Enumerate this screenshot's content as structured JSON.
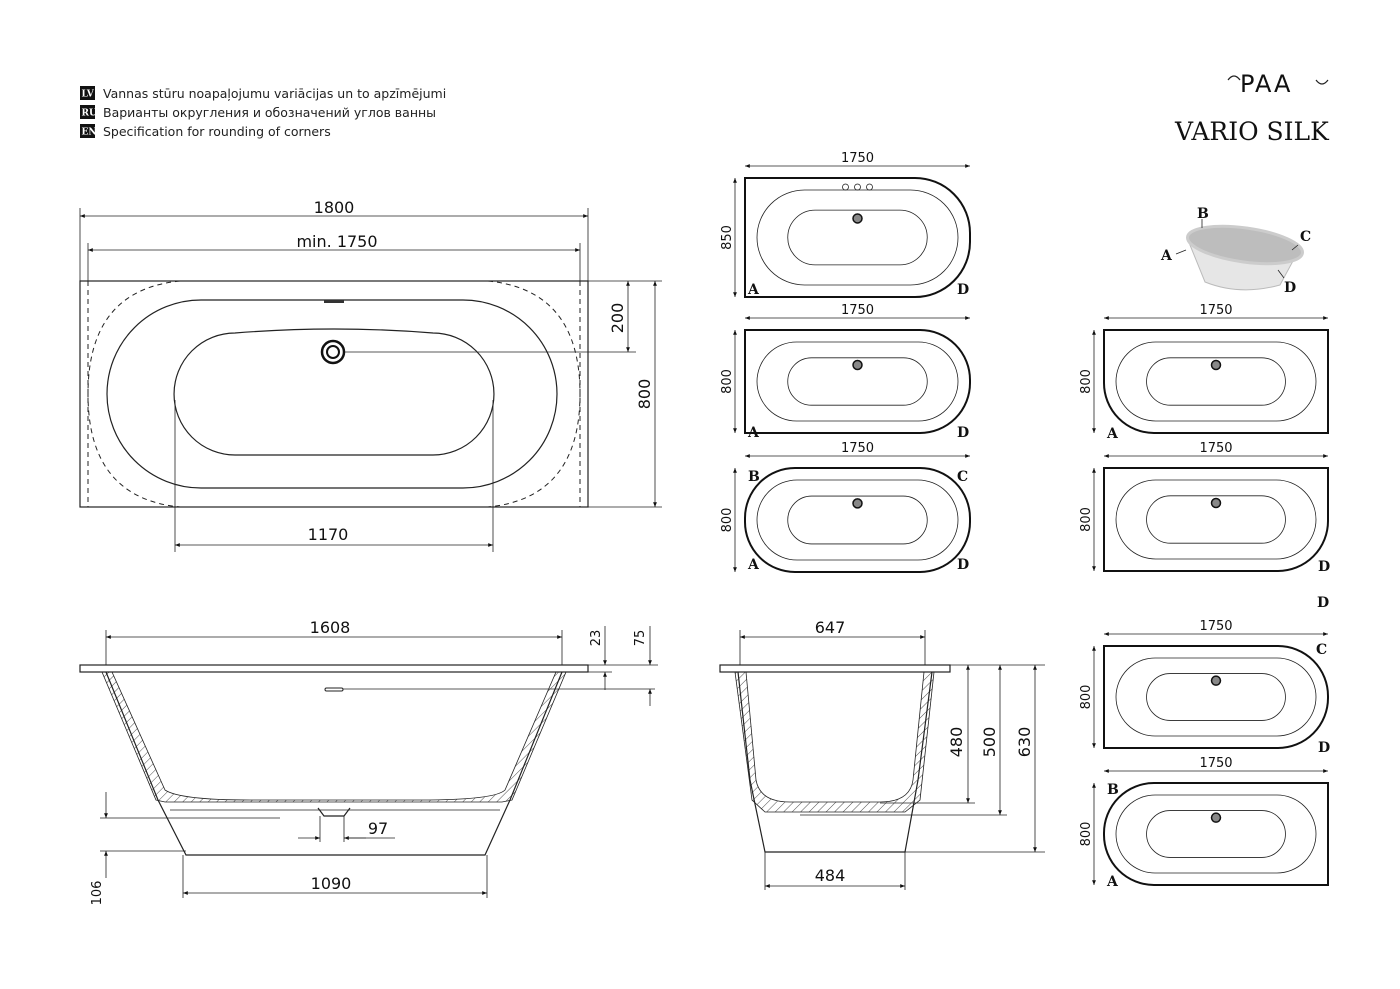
{
  "header": {
    "lines": [
      {
        "code": "LV",
        "text": "Vannas stūru noapaļojumu variācijas un to apzīmējumi"
      },
      {
        "code": "RU",
        "text": "Варианты округления и обозначений углов ванны"
      },
      {
        "code": "EN",
        "text": "Specification for rounding of corners"
      }
    ]
  },
  "brand": {
    "logo": "PAA",
    "product": "VARIO SILK"
  },
  "main_plan": {
    "width": "1800",
    "min_width": "min. 1750",
    "depth": "800",
    "drain_offset": "200",
    "basin_length": "1170"
  },
  "side_view": {
    "top_length": "1608",
    "rim": "23",
    "overflow": "75",
    "drain": "97",
    "base_length": "1090",
    "base_height": "106"
  },
  "end_view": {
    "top_width": "647",
    "base_width": "484",
    "h1": "480",
    "h2": "500",
    "h3": "630"
  },
  "corner_legend": {
    "a": "A",
    "b": "B",
    "c": "C",
    "d": "D"
  },
  "variants": [
    {
      "length": "1750",
      "depth": "850",
      "labels": [
        "A",
        "D"
      ]
    },
    {
      "length": "1750",
      "depth": "800",
      "labels": [
        "A",
        "D"
      ]
    },
    {
      "length": "1750",
      "depth": "800",
      "labels": [
        "B",
        "C",
        "A",
        "D"
      ]
    },
    {
      "length": "1750",
      "depth": "800",
      "labels": [
        "A"
      ]
    },
    {
      "length": "1750",
      "depth": "800",
      "labels": [
        "D"
      ]
    },
    {
      "length": "1750",
      "depth": "800",
      "labels": [
        "C",
        "D"
      ]
    },
    {
      "length": "1750",
      "depth": "800",
      "labels": [
        "B",
        "A"
      ]
    }
  ],
  "loose_label": "D"
}
